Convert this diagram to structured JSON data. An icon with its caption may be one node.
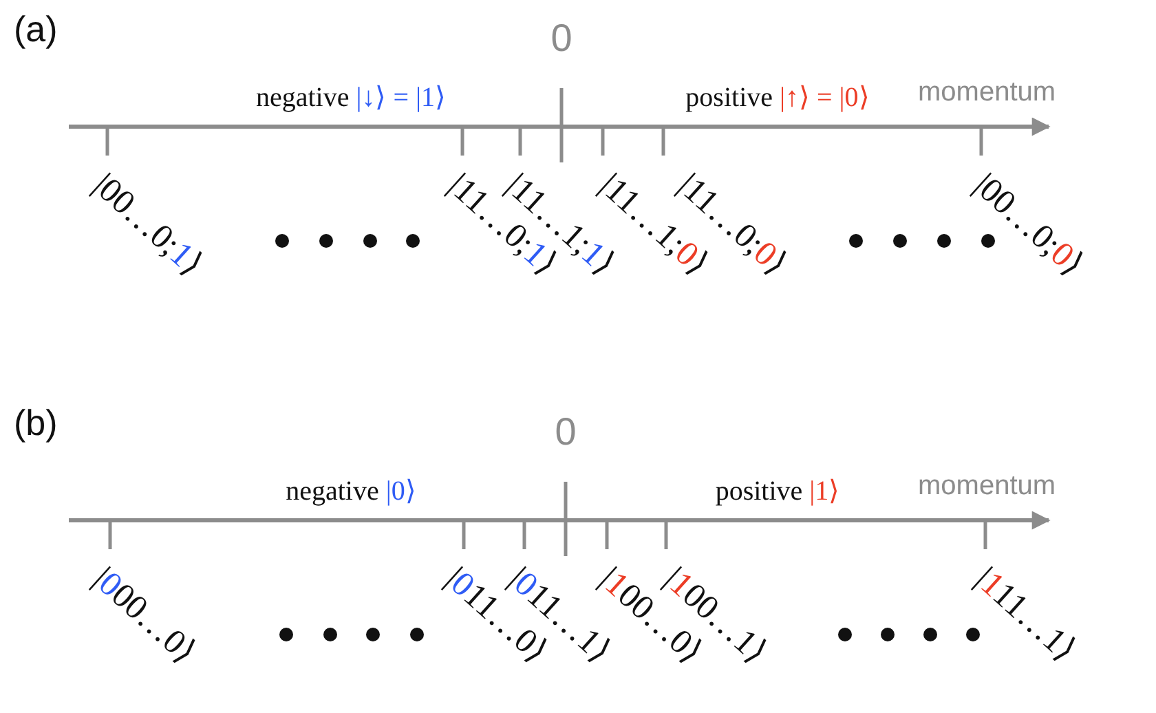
{
  "diagram": {
    "labels": [
      "(a)",
      "0",
      "negative |↓⟩ = |1⟩",
      "positive |↑⟩ = |0⟩",
      "momentum",
      "|00…0;1⟩",
      "|11…0;1⟩",
      "|11…1;1⟩",
      "|11…1;0⟩",
      "|11…0;0⟩",
      "|00…0;0⟩",
      "(b)",
      "0",
      "negative |0⟩",
      "positive |1⟩",
      "momentum",
      "|000…0⟩",
      "|011…0⟩",
      "|011…1⟩",
      "|100…0⟩",
      "|100…1⟩",
      "|111…1⟩"
    ]
  }
}
